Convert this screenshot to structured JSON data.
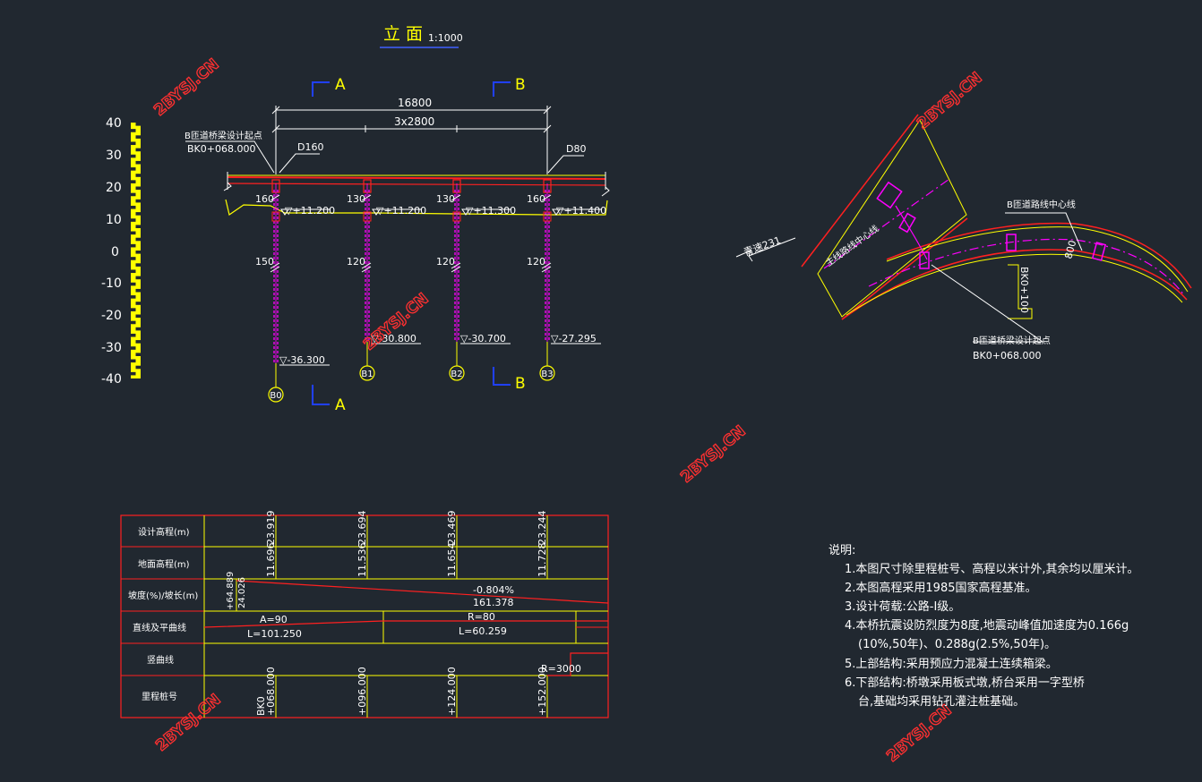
{
  "title": {
    "main": "立  面",
    "scale": "1:1000"
  },
  "watermark": "2BYSJ.CN",
  "section_marks": {
    "a": "A",
    "b": "B"
  },
  "dims": {
    "total": "16800",
    "spans": "3x2800",
    "left_tag": "D160",
    "right_tag": "D80"
  },
  "start_point": {
    "label": "B匝道桥梁设计起点",
    "chainage": "BK0+068.000"
  },
  "piers": [
    {
      "id": "B0",
      "top_dim": "160",
      "mid_dim": "150",
      "top_elev": "+11.200",
      "bottom_elev": "-36.300"
    },
    {
      "id": "B1",
      "top_dim": "130",
      "mid_dim": "120",
      "top_elev": "+11.200",
      "bottom_elev": "-30.800"
    },
    {
      "id": "B2",
      "top_dim": "130",
      "mid_dim": "120",
      "top_elev": "+11.300",
      "bottom_elev": "-30.700"
    },
    {
      "id": "B3",
      "top_dim": "160",
      "mid_dim": "120",
      "top_elev": "+11.400",
      "bottom_elev": "-27.295"
    }
  ],
  "scale_bar": [
    "40",
    "30",
    "20",
    "10",
    "0",
    "-10",
    "-20",
    "-30",
    "-40"
  ],
  "plan": {
    "to_label": "青速231",
    "mainline_label": "主线路线中心线",
    "ramp_label": "B匝道路线中心线",
    "width_dim": "800",
    "chainage": "BK0+100",
    "start_label": "B匝道桥梁设计起点",
    "start_chainage": "BK0+068.000"
  },
  "table": {
    "row_labels": [
      "设计高程(m)",
      "地面高程(m)",
      "坡度(%)/坡长(m)",
      "直线及平曲线",
      "竖曲线",
      "里程桩号"
    ],
    "design_elev": [
      "23.919",
      "23.694",
      "23.469",
      "23.244"
    ],
    "ground_elev": [
      "11.696",
      "11.536",
      "11.654",
      "11.728"
    ],
    "grade_start_a": "+64.889",
    "grade_start_b": "24.026",
    "grade": "-0.804%",
    "grade_len": "161.378",
    "curve1_a": "A=90",
    "curve1_l": "L=101.250",
    "curve2_r": "R=80",
    "curve2_l": "L=60.259",
    "vcurve": "R=3000",
    "stations": [
      "BK0",
      "+068.000",
      "+096.000",
      "+124.000",
      "+152.000"
    ]
  },
  "notes": {
    "title": "说明:",
    "items": [
      "1.本图尺寸除里程桩号、高程以米计外,其余均以厘米计。",
      "2.本图高程采用1985国家高程基准。",
      "3.设计荷载:公路-Ⅰ级。",
      "4.本桥抗震设防烈度为8度,地震动峰值加速度为0.166g",
      "(10%,50年)、0.288g(2.5%,50年)。",
      "5.上部结构:采用预应力混凝土连续箱梁。",
      "6.下部结构:桥墩采用板式墩,桥台采用一字型桥",
      "台,基础均采用钻孔灌注桩基础。"
    ]
  },
  "colors": {
    "background": "#212830",
    "yellow": "#ffff00",
    "red": "#ff2020",
    "magenta": "#ff00ff",
    "white": "#ffffff",
    "blue": "#2040ff",
    "watermark": "#ff3030"
  }
}
